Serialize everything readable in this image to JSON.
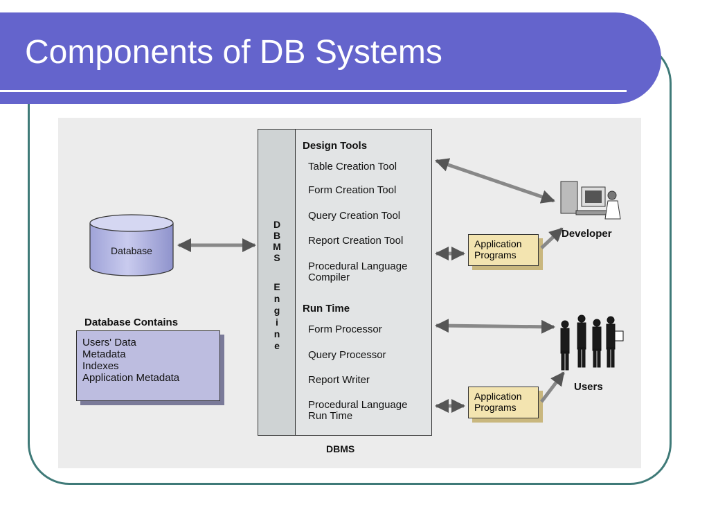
{
  "slide": {
    "title": "Components of DB Systems",
    "accent_color": "#6464cc",
    "frame_color": "#3f7a78"
  },
  "diagram": {
    "database_label": "Database",
    "database_contains": {
      "heading": "Database Contains",
      "items": [
        "Users' Data",
        "Metadata",
        "Indexes",
        "Application Metadata"
      ]
    },
    "dbms": {
      "vertical_label_letters": [
        "D",
        "B",
        "M",
        "S",
        "E",
        "n",
        "g",
        "i",
        "n",
        "e"
      ],
      "design_tools": {
        "heading": "Design Tools",
        "items": [
          "Table Creation Tool",
          "Form Creation Tool",
          "Query Creation Tool",
          "Report Creation Tool",
          "Procedural Language",
          "Compiler"
        ]
      },
      "run_time": {
        "heading": "Run Time",
        "items": [
          "Form Processor",
          "Query Processor",
          "Report Writer",
          "Procedural Language",
          "Run Time"
        ]
      },
      "caption": "DBMS"
    },
    "developer_label": "Developer",
    "users_label": "Users",
    "application_programs_top": [
      "Application",
      "Programs"
    ],
    "application_programs_bottom": [
      "Application",
      "Programs"
    ]
  }
}
